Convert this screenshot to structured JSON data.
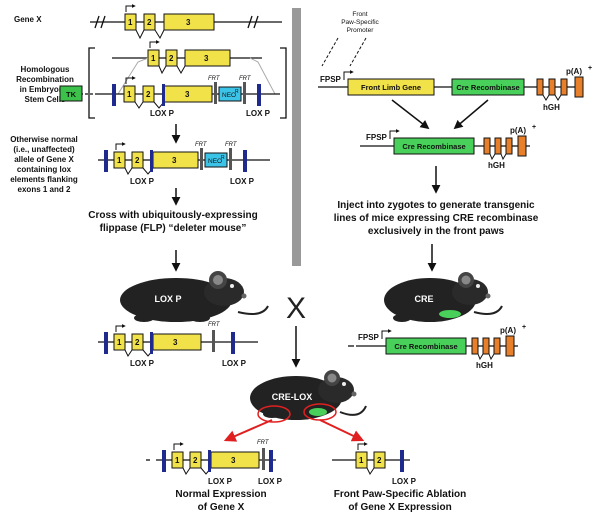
{
  "left": {
    "gene_label": "Gene X",
    "exons": [
      "1",
      "2",
      "3"
    ],
    "hr_label_lines": [
      "Homologous",
      "Recombination",
      "in Embryonic",
      "Stem Cells"
    ],
    "tk_label": "TK",
    "neo_label": "NEO",
    "neo_sup": "R",
    "frt_label": "FRT",
    "loxp_label": "LOX P",
    "otherwise_lines": [
      "Otherwise normal",
      "(i.e., unaffected)",
      "allele of Gene X",
      "containing lox",
      "elements flanking",
      "exons 1 and 2"
    ],
    "cross_lines": [
      "Cross with ubiquitously-expressing",
      "flippase (FLP) “deleter mouse”"
    ],
    "mouse_label": "LOX P"
  },
  "right": {
    "promoter_lines": [
      "Front",
      "Paw-Specific",
      "Promoter"
    ],
    "fpsp_label": "FPSP",
    "front_limb_gene": "Front Limb Gene",
    "cre_recombinase": "Cre Recombinase",
    "hgh_label": "hGH",
    "polya_label": "p(A)",
    "polya_sup": "+",
    "inject_lines": [
      "Inject into zygotes to generate transgenic",
      "lines of mice expressing CRE recombinase",
      "exclusively in the front paws"
    ],
    "mouse_label": "CRE"
  },
  "center": {
    "cross_symbol": "X",
    "mouse_label": "CRE-LOX"
  },
  "bottom": {
    "normal_lines": [
      "Normal Expression",
      "of Gene X"
    ],
    "ablation_lines": [
      "Front Paw-Specific Ablation",
      "of Gene X Expression"
    ]
  },
  "colors": {
    "exon": "#f2e24a",
    "tk": "#3cc24a",
    "neo": "#3cc4e8",
    "cre": "#49d05a",
    "hgh": "#e87f2a",
    "loxp": "#1f2a8f",
    "frt_bar": "#555555",
    "arrow_red": "#e02020"
  }
}
